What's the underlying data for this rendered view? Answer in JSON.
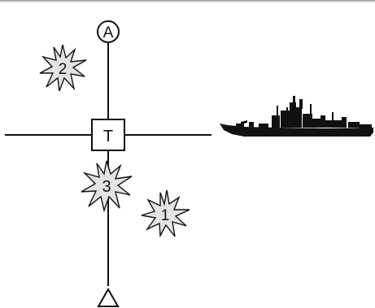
{
  "diagram": {
    "top_marker_label": "A",
    "center_label": "T",
    "bursts": [
      {
        "label": "1"
      },
      {
        "label": "2"
      },
      {
        "label": "3"
      }
    ],
    "colors": {
      "line": "#111111",
      "burst_fill": "#e3e3e3",
      "ship": "#111111",
      "frame": "#555555"
    },
    "icons": {
      "ship": "ship-silhouette-icon",
      "burst": "explosion-burst-icon",
      "bottom_marker": "triangle-marker-icon"
    }
  }
}
